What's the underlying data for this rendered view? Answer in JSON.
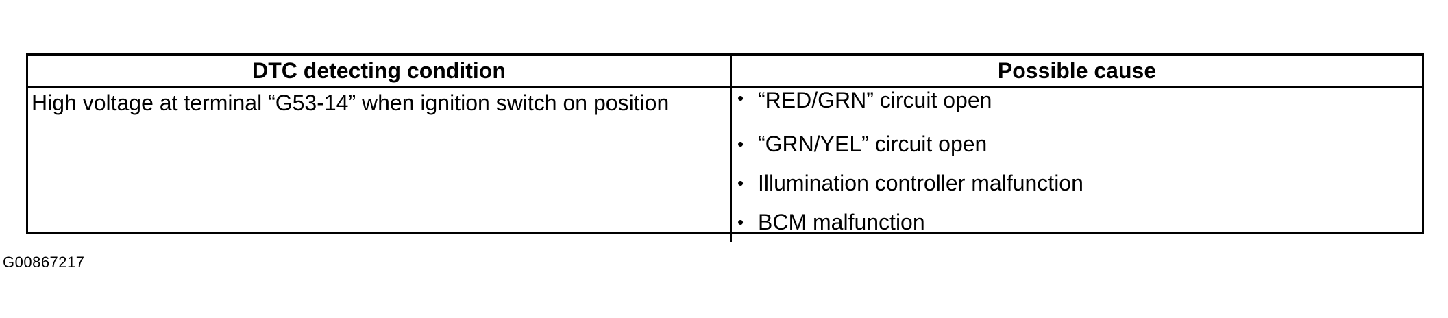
{
  "table": {
    "headers": {
      "condition": "DTC detecting condition",
      "cause": "Possible cause"
    },
    "condition_text": "High voltage at terminal “G53-14” when ignition switch on position",
    "bullet_symbol": "•",
    "causes": [
      "“RED/GRN” circuit open",
      "“GRN/YEL” circuit open",
      "Illumination controller malfunction",
      "BCM malfunction"
    ]
  },
  "footer": {
    "figure_id": "G00867217"
  }
}
